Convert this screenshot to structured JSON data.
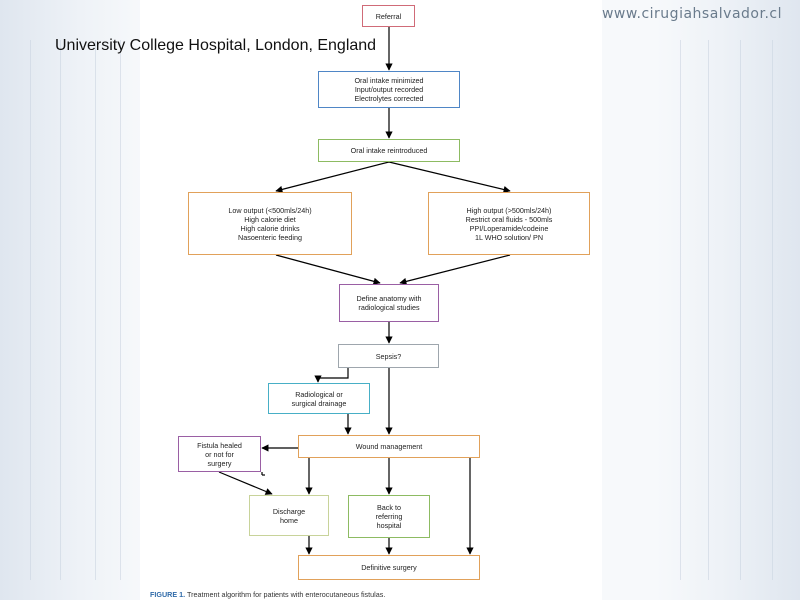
{
  "header": {
    "site": "www.cirugiahsalvador.cl",
    "heading": "University College Hospital, London, England"
  },
  "flowchart": {
    "referral": "Referral",
    "oral_min": "Oral intake minimized\nInput/output recorded\nElectrolytes corrected",
    "oral_reintro": "Oral intake reintroduced",
    "low_output": "Low output (<500mls/24h)\nHigh calorie diet\nHigh calorie drinks\nNasoenteric feeding",
    "high_output": "High output (>500mls/24h)\nRestrict oral fluids - 500mls\nPPI/Loperamide/codeine\n1L WHO solution/ PN",
    "define_anatomy": "Define anatomy with\nradiological studies",
    "sepsis": "Sepsis?",
    "drainage": "Radiological or\nsurgical drainage",
    "wound": "Wound management",
    "fistula_healed": "Fistula healed\nor not for\nsurgery",
    "discharge": "Discharge\nhome",
    "back_referring": "Back to\nreferring\nhospital",
    "definitive": "Definitive surgery"
  },
  "caption": {
    "label": "FIGURE 1.",
    "text": "Treatment algorithm for patients with enterocutaneous fistulas."
  },
  "colors": {
    "red": "#d06b78",
    "blue": "#4f86c6",
    "green": "#8dbb62",
    "orange": "#e1a15a",
    "purple": "#9a5fa4",
    "gray": "#9ea6ad",
    "teal": "#47afc6",
    "olive": "#c8d39a"
  }
}
